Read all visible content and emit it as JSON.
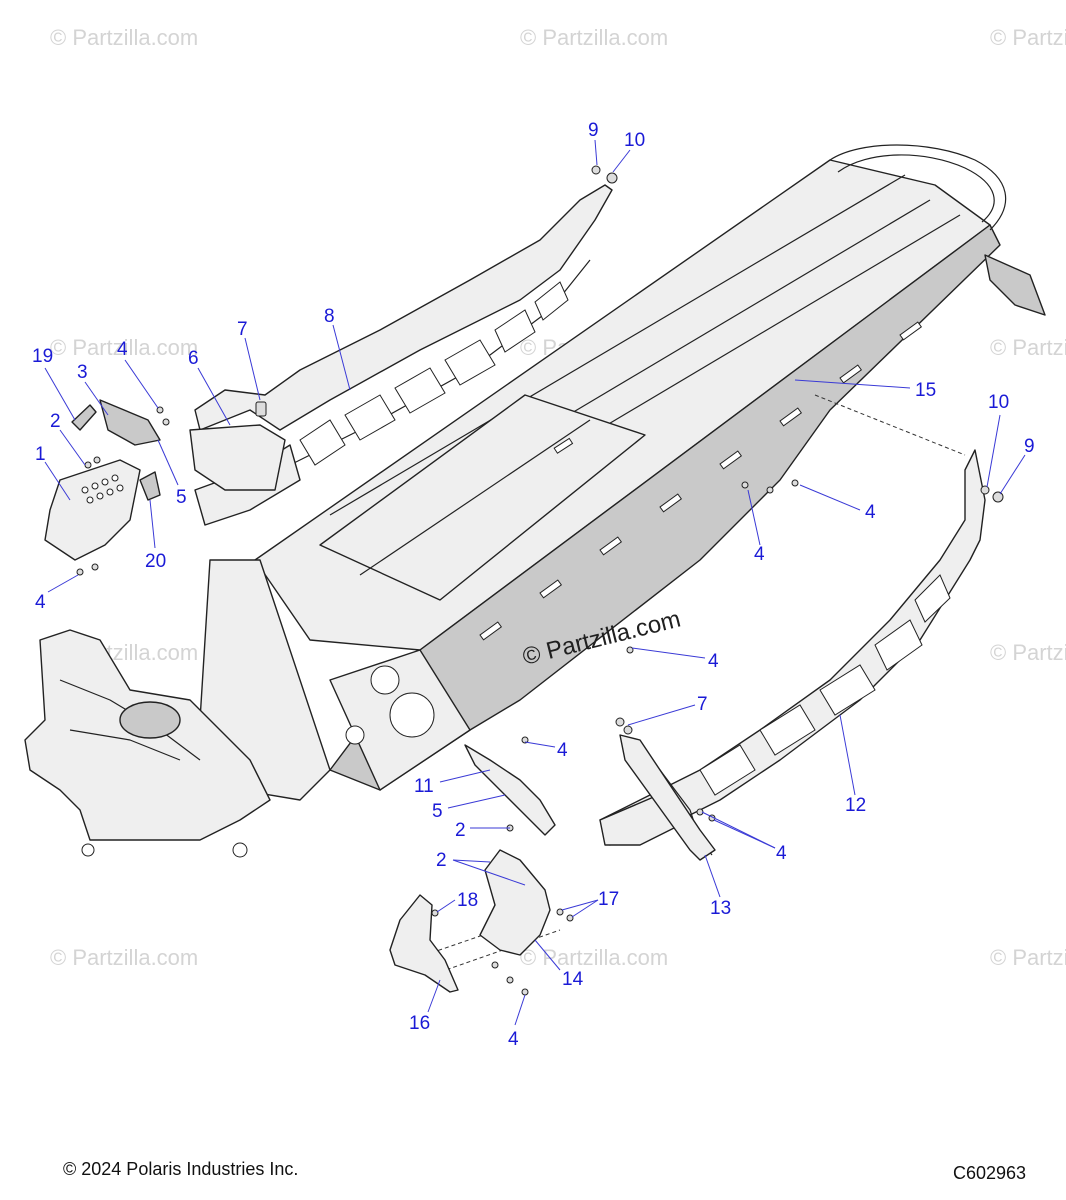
{
  "watermark_text": "© Partzilla.com",
  "center_watermark": "© Partzilla.com",
  "copyright": "© 2024 Polaris Industries Inc.",
  "drawing_code": "C602963",
  "callouts": [
    {
      "id": "c-9a",
      "text": "9"
    },
    {
      "id": "c-10a",
      "text": "10"
    },
    {
      "id": "c-8",
      "text": "8"
    },
    {
      "id": "c-7a",
      "text": "7"
    },
    {
      "id": "c-6",
      "text": "6"
    },
    {
      "id": "c-19",
      "text": "19"
    },
    {
      "id": "c-3",
      "text": "3"
    },
    {
      "id": "c-4a",
      "text": "4"
    },
    {
      "id": "c-2a",
      "text": "2"
    },
    {
      "id": "c-1",
      "text": "1"
    },
    {
      "id": "c-5a",
      "text": "5"
    },
    {
      "id": "c-20",
      "text": "20"
    },
    {
      "id": "c-4b",
      "text": "4"
    },
    {
      "id": "c-15",
      "text": "15"
    },
    {
      "id": "c-10b",
      "text": "10"
    },
    {
      "id": "c-9b",
      "text": "9"
    },
    {
      "id": "c-4c",
      "text": "4"
    },
    {
      "id": "c-4d",
      "text": "4"
    },
    {
      "id": "c-4e",
      "text": "4"
    },
    {
      "id": "c-7b",
      "text": "7"
    },
    {
      "id": "c-4f",
      "text": "4"
    },
    {
      "id": "c-11",
      "text": "11"
    },
    {
      "id": "c-5b",
      "text": "5"
    },
    {
      "id": "c-2b",
      "text": "2"
    },
    {
      "id": "c-12",
      "text": "12"
    },
    {
      "id": "c-4g",
      "text": "4"
    },
    {
      "id": "c-2c",
      "text": "2"
    },
    {
      "id": "c-13",
      "text": "13"
    },
    {
      "id": "c-17",
      "text": "17"
    },
    {
      "id": "c-18",
      "text": "18"
    },
    {
      "id": "c-14",
      "text": "14"
    },
    {
      "id": "c-16",
      "text": "16"
    },
    {
      "id": "c-4h",
      "text": "4"
    }
  ]
}
